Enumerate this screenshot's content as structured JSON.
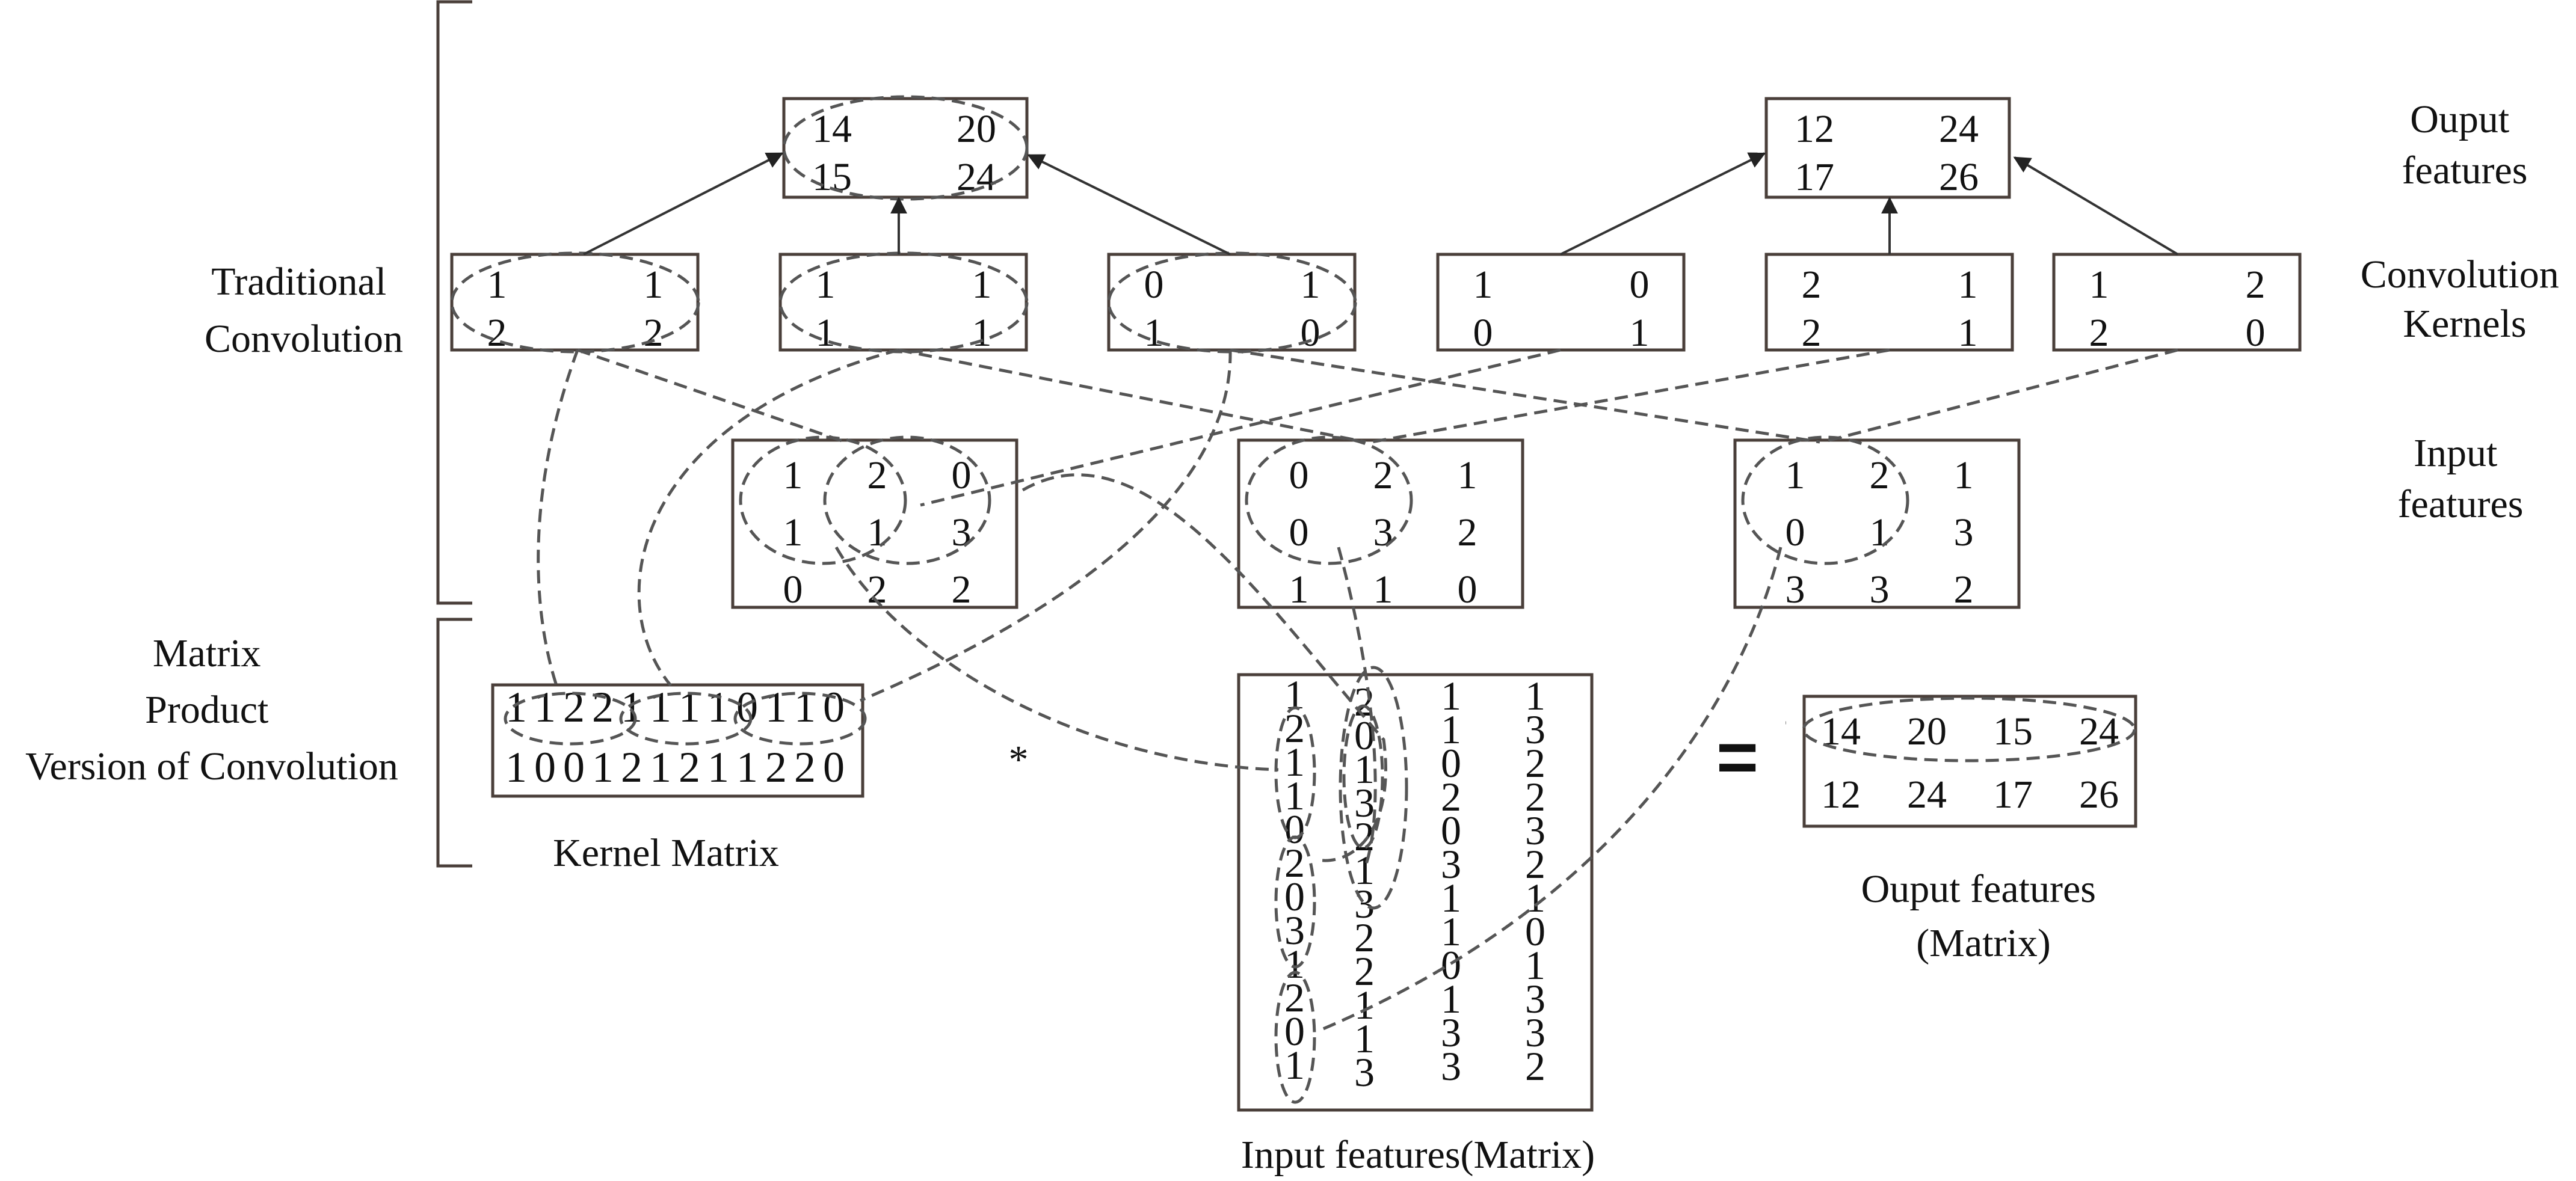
{
  "labels": {
    "traditional": [
      "Traditional",
      "Convolution"
    ],
    "matrix_product": [
      "Matrix",
      "Product",
      "Version of Convolution"
    ],
    "output_features": [
      "Ouput",
      "features"
    ],
    "convolution_kernels": [
      "Convolution",
      "Kernels"
    ],
    "input_features": [
      "Input",
      "features"
    ],
    "kernel_matrix": "Kernel Matrix",
    "input_matrix": "Input features(Matrix)",
    "output_matrix": [
      "Ouput features",
      "(Matrix)"
    ],
    "multiply_symbol": "*",
    "equals_symbol": "="
  },
  "traditional": {
    "output_features": [
      [
        [
          "14",
          "20"
        ],
        [
          "15",
          "24"
        ]
      ],
      [
        [
          "12",
          "24"
        ],
        [
          "17",
          "26"
        ]
      ]
    ],
    "kernels": [
      [
        [
          "1",
          "1"
        ],
        [
          "2",
          "2"
        ]
      ],
      [
        [
          "1",
          "1"
        ],
        [
          "1",
          "1"
        ]
      ],
      [
        [
          "0",
          "1"
        ],
        [
          "1",
          "0"
        ]
      ],
      [
        [
          "1",
          "0"
        ],
        [
          "0",
          "1"
        ]
      ],
      [
        [
          "2",
          "1"
        ],
        [
          "2",
          "1"
        ]
      ],
      [
        [
          "1",
          "2"
        ],
        [
          "2",
          "0"
        ]
      ]
    ],
    "input_features": [
      [
        [
          "1",
          "2",
          "0"
        ],
        [
          "1",
          "1",
          "3"
        ],
        [
          "0",
          "2",
          "2"
        ]
      ],
      [
        [
          "0",
          "2",
          "1"
        ],
        [
          "0",
          "3",
          "2"
        ],
        [
          "1",
          "1",
          "0"
        ]
      ],
      [
        [
          "1",
          "2",
          "1"
        ],
        [
          "0",
          "1",
          "3"
        ],
        [
          "3",
          "3",
          "2"
        ]
      ]
    ]
  },
  "matrix_product": {
    "kernel_matrix_rows": [
      "112211110110",
      "100121211220"
    ],
    "input_matrix_columns": [
      [
        "1",
        "2",
        "1",
        "1",
        "0",
        "2",
        "0",
        "3",
        "1",
        "2",
        "0",
        "1"
      ],
      [
        "2",
        "0",
        "1",
        "3",
        "2",
        "1",
        "3",
        "2",
        "2",
        "1",
        "1",
        "3"
      ],
      [
        "1",
        "1",
        "0",
        "2",
        "0",
        "3",
        "1",
        "1",
        "0",
        "1",
        "3",
        "3"
      ],
      [
        "1",
        "3",
        "2",
        "2",
        "3",
        "2",
        "1",
        "0",
        "1",
        "3",
        "3",
        "2"
      ]
    ],
    "output_matrix": [
      [
        "14",
        "20",
        "15",
        "24"
      ],
      [
        "12",
        "24",
        "17",
        "26"
      ]
    ]
  }
}
